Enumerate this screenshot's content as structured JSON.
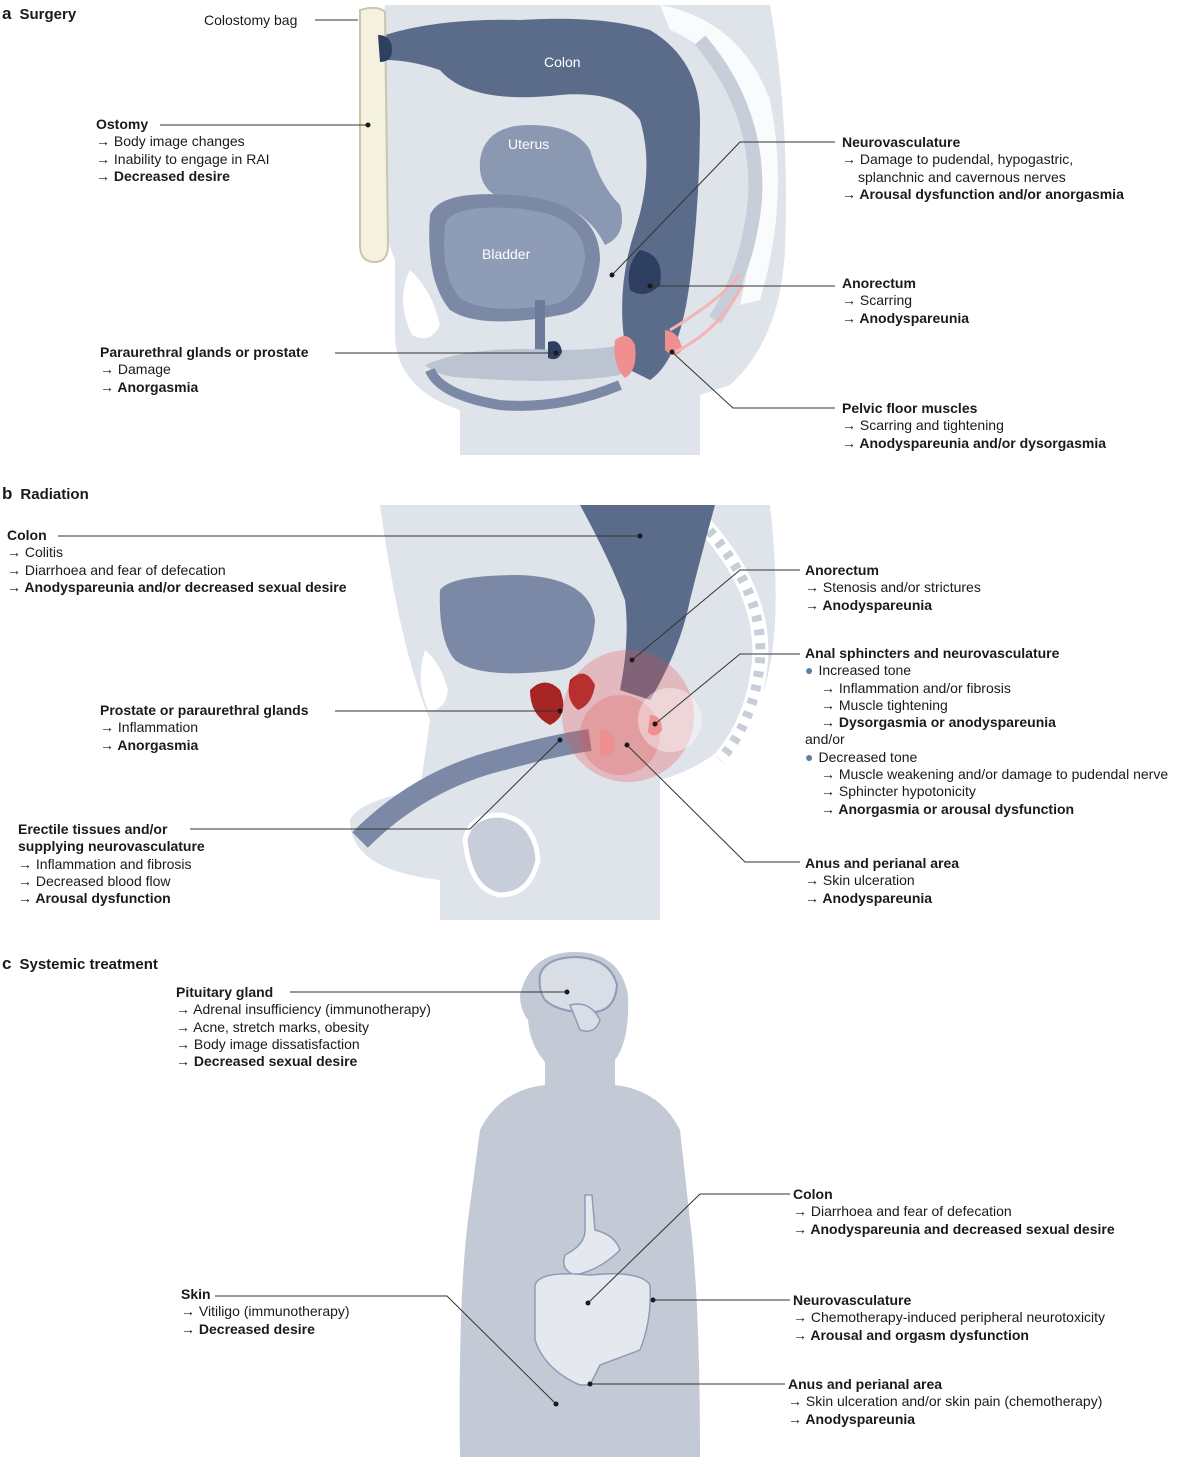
{
  "panels": [
    {
      "letter": "a",
      "title": "Surgery"
    },
    {
      "letter": "b",
      "title": "Radiation"
    },
    {
      "letter": "c",
      "title": "Systemic treatment"
    }
  ],
  "surgery": {
    "colostomy_bag": "Colostomy bag",
    "organs": {
      "colon": "Colon",
      "uterus": "Uterus",
      "bladder": "Bladder"
    },
    "labels": [
      {
        "title": "Ostomy",
        "lines": [
          "→ Body image changes",
          "→ Inability to engage in RAI"
        ],
        "bold": "→ Decreased desire"
      },
      {
        "title": "Neurovasculature",
        "lines": [
          "→ Damage to pudendal, hypogastric,",
          "splanchnic and cavernous nerves"
        ],
        "bold": "→ Arousal dysfunction and/or anorgasmia"
      },
      {
        "title": "Anorectum",
        "lines": [
          "→ Scarring"
        ],
        "bold": "→ Anodyspareunia"
      },
      {
        "title": "Paraurethral glands or prostate",
        "lines": [
          "→ Damage"
        ],
        "bold": "→ Anorgasmia"
      },
      {
        "title": "Pelvic floor muscles",
        "lines": [
          "→ Scarring and tightening"
        ],
        "bold": "→ Anodyspareunia and/or dysorgasmia"
      }
    ]
  },
  "radiation": {
    "labels": [
      {
        "title": "Colon",
        "lines": [
          "→ Colitis",
          "→ Diarrhoea and fear of defecation"
        ],
        "bold": "→ Anodyspareunia and/or decreased sexual desire"
      },
      {
        "title": "Anorectum",
        "lines": [
          "→ Stenosis and/or strictures"
        ],
        "bold": "→ Anodyspareunia"
      },
      {
        "title": "Prostate or paraurethral glands",
        "lines": [
          "→ Inflammation"
        ],
        "bold": "→ Anorgasmia"
      },
      {
        "title": "Erectile tissues and/or",
        "title2": "supplying neurovasculature",
        "lines": [
          "→ Inflammation and fibrosis",
          "→ Decreased blood flow"
        ],
        "bold": "→ Arousal dysfunction"
      },
      {
        "title": "Anus and perianal area",
        "lines": [
          "→ Skin ulceration"
        ],
        "bold": "→ Anodyspareunia"
      }
    ],
    "sphincter": {
      "title": "Anal sphincters and neurovasculature",
      "bullet1": "Increased tone",
      "sub1": [
        "→ Inflammation and/or fibrosis",
        "→ Muscle tightening"
      ],
      "sub1_bold": "→ Dysorgasmia or anodyspareunia",
      "andor": "and/or",
      "bullet2": "Decreased tone",
      "sub2": [
        "→ Muscle weakening and/or damage to pudendal nerve",
        "→ Sphincter hypotonicity"
      ],
      "sub2_bold": "→ Anorgasmia or arousal dysfunction"
    }
  },
  "systemic": {
    "labels": [
      {
        "title": "Pituitary gland",
        "lines": [
          "→ Adrenal insufficiency (immunotherapy)",
          "→ Acne, stretch marks, obesity",
          "→ Body image dissatisfaction"
        ],
        "bold": "→ Decreased sexual desire"
      },
      {
        "title": "Colon",
        "lines": [
          "→ Diarrhoea and fear of defecation"
        ],
        "bold": "→ Anodyspareunia and decreased sexual desire"
      },
      {
        "title": "Skin",
        "lines": [
          "→ Vitiligo (immunotherapy)"
        ],
        "bold": "→ Decreased desire"
      },
      {
        "title": "Neurovasculature",
        "lines": [
          "→ Chemotherapy-induced peripheral neurotoxicity"
        ],
        "bold": "→ Arousal and orgasm dysfunction"
      },
      {
        "title": "Anus and perianal area",
        "lines": [
          "→ Skin ulceration and/or skin pain (chemotherapy)"
        ],
        "bold": "→ Anodyspareunia"
      }
    ]
  }
}
